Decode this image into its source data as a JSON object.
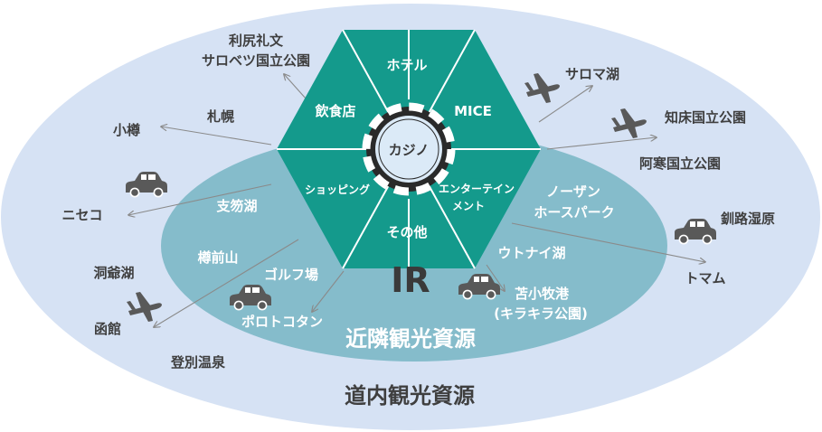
{
  "colors": {
    "outer_ellipse": "#d6e2f4",
    "inner_ellipse": "#85bccb",
    "hexagon": "#149a8c",
    "hex_lines": "#ffffff",
    "casino_ring": "#2a2a2a",
    "casino_center": "#dbeaf7",
    "text_dark": "#3f3f3f",
    "icon": "#595959"
  },
  "hexagon": {
    "segments": {
      "top": "ホテル",
      "upper_right": "MICE",
      "lower_right_line1": "エンターテイン",
      "lower_right_line2": "メント",
      "bottom": "その他",
      "lower_left": "ショッピング",
      "upper_left": "飲食店"
    },
    "center": "カジノ",
    "ir_label": "IR"
  },
  "inner_region": {
    "title": "近隣観光資源",
    "places": {
      "shikotsu": "支笏湖",
      "tarumae": "樽前山",
      "golf": "ゴルフ場",
      "poroto": "ポロトコタン",
      "northern_line1": "ノーザン",
      "northern_line2": "ホースパーク",
      "utonai": "ウトナイ湖",
      "tomakomai_line1": "苫小牧港",
      "tomakomai_line2": "(キラキラ公園)"
    }
  },
  "outer_region": {
    "title": "道内観光資源",
    "places": {
      "rishiri_line1": "利尻礼文",
      "rishiri_line2": "サロベツ国立公園",
      "sapporo": "札幌",
      "otaru": "小樽",
      "niseko": "ニセコ",
      "toya": "洞爺湖",
      "hakodate": "函館",
      "noboribetsu": "登別温泉",
      "saroma": "サロマ湖",
      "shiretoko": "知床国立公園",
      "akan": "阿寒国立公園",
      "kushiro": "釧路湿原",
      "tomamu": "トマム"
    }
  },
  "icons": {
    "plane": "airplane-icon",
    "car": "car-icon"
  }
}
